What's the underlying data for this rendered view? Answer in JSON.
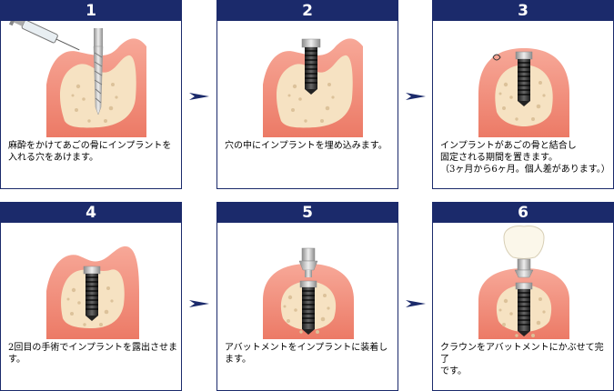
{
  "steps": [
    {
      "number": "1",
      "caption": "麻酔をかけてあごの骨にインプラントを\n入れる穴をあけます。"
    },
    {
      "number": "2",
      "caption": "穴の中にインプラントを埋め込みます。"
    },
    {
      "number": "3",
      "caption": "インプラントがあごの骨と結合し\n固定される期間を置きます。\n（3ヶ月から6ヶ月。個人差があります。）"
    },
    {
      "number": "4",
      "caption": "2回目の手術でインプラントを露出させます。"
    },
    {
      "number": "5",
      "caption": "アバットメントをインプラントに装着します。"
    },
    {
      "number": "6",
      "caption": "クラウンをアバットメントにかぶせて完了\nです。"
    }
  ],
  "colors": {
    "header": "#1b2a6b",
    "gum": "#f08a78",
    "bone": "#f6e2c2",
    "implant": "#333333",
    "arrow": "#1b2a6b"
  }
}
